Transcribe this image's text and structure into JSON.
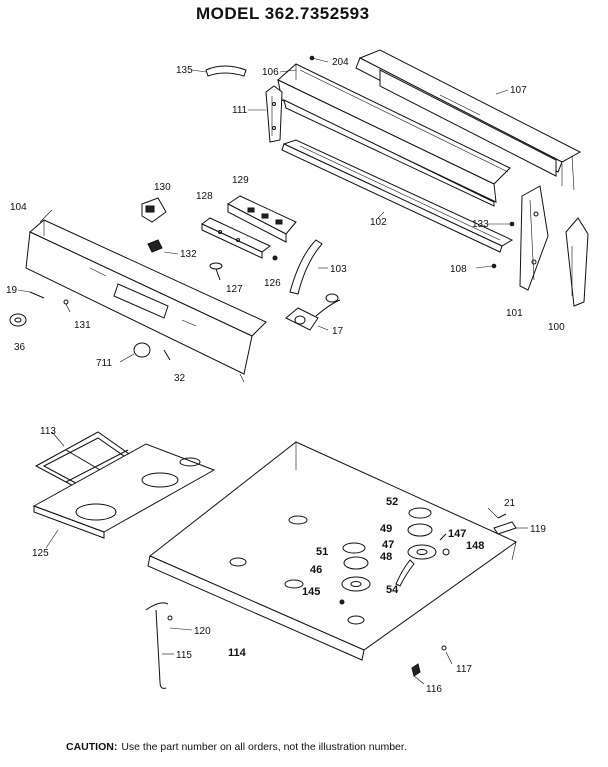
{
  "title": "MODEL 362.7352593",
  "caution": {
    "label": "CAUTION:",
    "text": "Use the part number on all orders, not the illustration number."
  },
  "callouts": {
    "c135": "135",
    "c204": "204",
    "c106": "106",
    "c107": "107",
    "c111": "111",
    "c130": "130",
    "c128": "128",
    "c129": "129",
    "c104": "104",
    "c102": "102",
    "c133": "133",
    "c132": "132",
    "c126": "126",
    "c103": "103",
    "c108": "108",
    "c127": "127",
    "c19": "19",
    "c131": "131",
    "c17": "17",
    "c101": "101",
    "c100": "100",
    "c36": "36",
    "c711": "711",
    "c32": "32",
    "c113": "113",
    "c125": "125",
    "c52": "52",
    "c21": "21",
    "c49": "49",
    "c147": "147",
    "c119": "119",
    "c47": "47",
    "c148": "148",
    "c51": "51",
    "c48": "48",
    "c46": "46",
    "c54": "54",
    "c145": "145",
    "c120": "120",
    "c115": "115",
    "c114": "114",
    "c117": "117",
    "c116": "116"
  }
}
